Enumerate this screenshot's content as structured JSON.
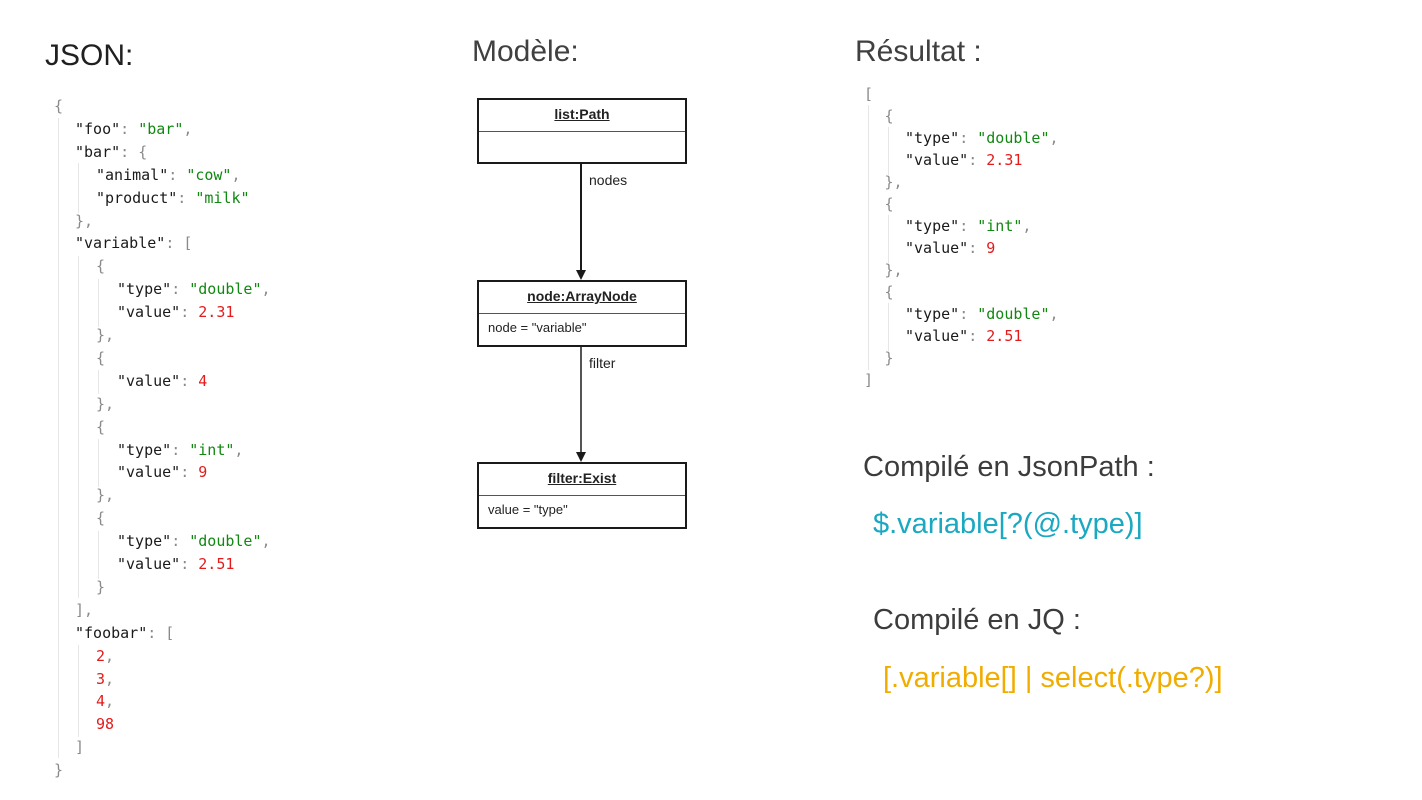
{
  "headings": {
    "json": "JSON:",
    "model": "Modèle:",
    "result": "Résultat :"
  },
  "json_lines": [
    [
      {
        "t": "p",
        "v": "{"
      }
    ],
    [
      {
        "t": "k",
        "v": "\"foo\""
      },
      {
        "t": "p",
        "v": ": "
      },
      {
        "t": "s",
        "v": "\"bar\""
      },
      {
        "t": "p",
        "v": ","
      }
    ],
    [
      {
        "t": "k",
        "v": "\"bar\""
      },
      {
        "t": "p",
        "v": ": {"
      }
    ],
    [
      {
        "t": "k",
        "v": "\"animal\""
      },
      {
        "t": "p",
        "v": ": "
      },
      {
        "t": "s",
        "v": "\"cow\""
      },
      {
        "t": "p",
        "v": ","
      }
    ],
    [
      {
        "t": "k",
        "v": "\"product\""
      },
      {
        "t": "p",
        "v": ": "
      },
      {
        "t": "s",
        "v": "\"milk\""
      }
    ],
    [
      {
        "t": "p",
        "v": "},"
      }
    ],
    [
      {
        "t": "k",
        "v": "\"variable\""
      },
      {
        "t": "p",
        "v": ": ["
      }
    ],
    [
      {
        "t": "p",
        "v": "{"
      }
    ],
    [
      {
        "t": "k",
        "v": "\"type\""
      },
      {
        "t": "p",
        "v": ": "
      },
      {
        "t": "s",
        "v": "\"double\""
      },
      {
        "t": "p",
        "v": ","
      }
    ],
    [
      {
        "t": "k",
        "v": "\"value\""
      },
      {
        "t": "p",
        "v": ": "
      },
      {
        "t": "n",
        "v": "2.31"
      }
    ],
    [
      {
        "t": "p",
        "v": "},"
      }
    ],
    [
      {
        "t": "p",
        "v": "{"
      }
    ],
    [
      {
        "t": "k",
        "v": "\"value\""
      },
      {
        "t": "p",
        "v": ": "
      },
      {
        "t": "n",
        "v": "4"
      }
    ],
    [
      {
        "t": "p",
        "v": "},"
      }
    ],
    [
      {
        "t": "p",
        "v": "{"
      }
    ],
    [
      {
        "t": "k",
        "v": "\"type\""
      },
      {
        "t": "p",
        "v": ": "
      },
      {
        "t": "s",
        "v": "\"int\""
      },
      {
        "t": "p",
        "v": ","
      }
    ],
    [
      {
        "t": "k",
        "v": "\"value\""
      },
      {
        "t": "p",
        "v": ": "
      },
      {
        "t": "n",
        "v": "9"
      }
    ],
    [
      {
        "t": "p",
        "v": "},"
      }
    ],
    [
      {
        "t": "p",
        "v": "{"
      }
    ],
    [
      {
        "t": "k",
        "v": "\"type\""
      },
      {
        "t": "p",
        "v": ": "
      },
      {
        "t": "s",
        "v": "\"double\""
      },
      {
        "t": "p",
        "v": ","
      }
    ],
    [
      {
        "t": "k",
        "v": "\"value\""
      },
      {
        "t": "p",
        "v": ": "
      },
      {
        "t": "n",
        "v": "2.51"
      }
    ],
    [
      {
        "t": "p",
        "v": "}"
      }
    ],
    [
      {
        "t": "p",
        "v": "],"
      }
    ],
    [
      {
        "t": "k",
        "v": "\"foobar\""
      },
      {
        "t": "p",
        "v": ": ["
      }
    ],
    [
      {
        "t": "n",
        "v": "2"
      },
      {
        "t": "p",
        "v": ","
      }
    ],
    [
      {
        "t": "n",
        "v": "3"
      },
      {
        "t": "p",
        "v": ","
      }
    ],
    [
      {
        "t": "n",
        "v": "4"
      },
      {
        "t": "p",
        "v": ","
      }
    ],
    [
      {
        "t": "n",
        "v": "98"
      }
    ],
    [
      {
        "t": "p",
        "v": "]"
      }
    ],
    [
      {
        "t": "p",
        "v": "}"
      }
    ]
  ],
  "result_lines": [
    [
      {
        "t": "p",
        "v": "["
      }
    ],
    [
      {
        "t": "p",
        "v": "{"
      }
    ],
    [
      {
        "t": "k",
        "v": "\"type\""
      },
      {
        "t": "p",
        "v": ": "
      },
      {
        "t": "s",
        "v": "\"double\""
      },
      {
        "t": "p",
        "v": ","
      }
    ],
    [
      {
        "t": "k",
        "v": "\"value\""
      },
      {
        "t": "p",
        "v": ": "
      },
      {
        "t": "n",
        "v": "2.31"
      }
    ],
    [
      {
        "t": "p",
        "v": "},"
      }
    ],
    [
      {
        "t": "p",
        "v": "{"
      }
    ],
    [
      {
        "t": "k",
        "v": "\"type\""
      },
      {
        "t": "p",
        "v": ": "
      },
      {
        "t": "s",
        "v": "\"int\""
      },
      {
        "t": "p",
        "v": ","
      }
    ],
    [
      {
        "t": "k",
        "v": "\"value\""
      },
      {
        "t": "p",
        "v": ": "
      },
      {
        "t": "n",
        "v": "9"
      }
    ],
    [
      {
        "t": "p",
        "v": "},"
      }
    ],
    [
      {
        "t": "p",
        "v": "{"
      }
    ],
    [
      {
        "t": "k",
        "v": "\"type\""
      },
      {
        "t": "p",
        "v": ": "
      },
      {
        "t": "s",
        "v": "\"double\""
      },
      {
        "t": "p",
        "v": ","
      }
    ],
    [
      {
        "t": "k",
        "v": "\"value\""
      },
      {
        "t": "p",
        "v": ": "
      },
      {
        "t": "n",
        "v": "2.51"
      }
    ],
    [
      {
        "t": "p",
        "v": "}"
      }
    ],
    [
      {
        "t": "p",
        "v": "]"
      }
    ]
  ],
  "model": {
    "path": {
      "title": "list:Path",
      "body": ""
    },
    "node": {
      "title": "node:ArrayNode",
      "body": "node = \"variable\""
    },
    "filter": {
      "title": "filter:Exist",
      "body": "value = \"type\""
    },
    "edge_nodes": "nodes",
    "edge_filter": "filter"
  },
  "compiled": {
    "jsonpath_label": "Compilé en JsonPath :",
    "jsonpath_expr": "$.variable[?(@.type)]",
    "jq_label": "Compilé en JQ :",
    "jq_expr": "[.variable[] | select(.type?)]"
  },
  "colors": {
    "key": "#1a1a1a",
    "string": "#118811",
    "number": "#e31b1b",
    "punct": "#8a8a8a",
    "jsonpath": "#1ba8c1",
    "jq": "#f0ad00"
  }
}
